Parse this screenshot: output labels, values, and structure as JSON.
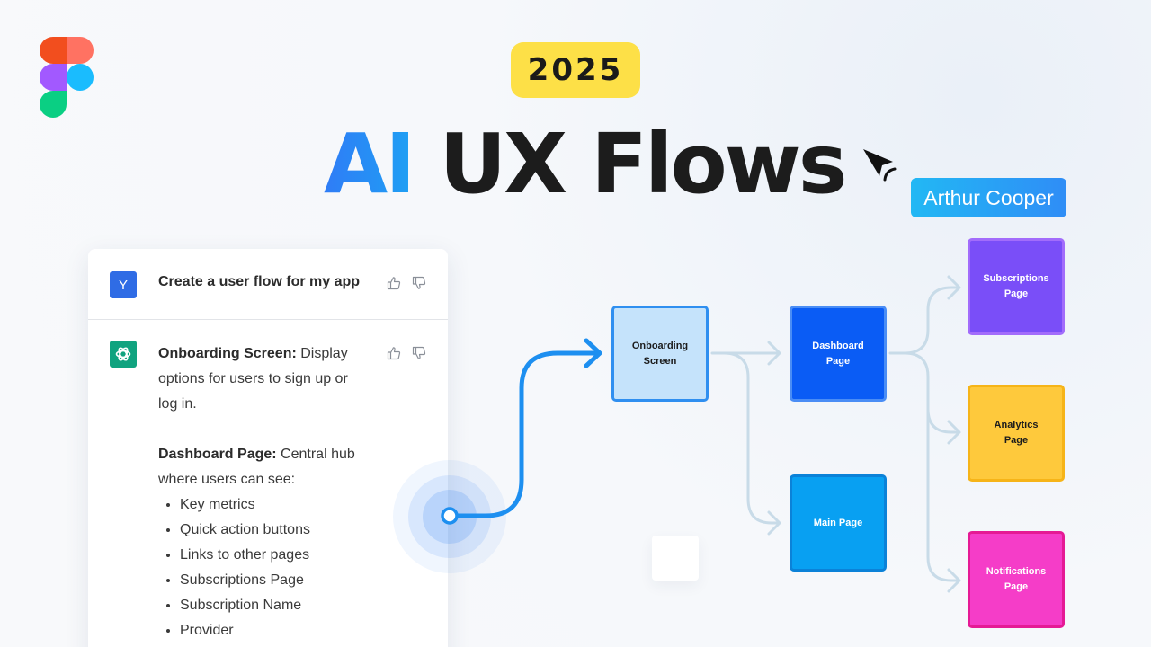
{
  "badge": {
    "year": "2025"
  },
  "title": {
    "ai": "AI",
    "rest": " UX Flows"
  },
  "cursor": {
    "name": "Arthur Cooper"
  },
  "chat": {
    "user_avatar": "Y",
    "user_message": "Create a user flow for my app",
    "response": {
      "p1_bold": "Onboarding Screen:",
      "p1_text": " Display options for users to sign up or log in.",
      "p2_bold": "Dashboard Page:",
      "p2_text": " Central hub where users can see:",
      "items": [
        "Key metrics",
        "Quick action buttons",
        "Links to other pages",
        "Subscriptions Page",
        "Subscription Name",
        "Provider"
      ]
    }
  },
  "flow": {
    "onboarding": [
      "Onboarding",
      "Screen"
    ],
    "dashboard": [
      "Dashboard",
      "Page"
    ],
    "main": [
      "Main Page"
    ],
    "subscriptions": [
      "Subscriptions",
      "Page"
    ],
    "analytics": [
      "Analytics",
      "Page"
    ],
    "notifications": [
      "Notifications",
      "Page"
    ]
  },
  "colors": {
    "accent": "#2f8ff0",
    "badge": "#fde047",
    "dashboard": "#0a5cf5",
    "main": "#08a0f2",
    "subscriptions": "#7a4ef8",
    "analytics": "#fec93c",
    "notifications": "#f53dc8",
    "connector": "#c8dbe8"
  },
  "icons": [
    "figma-logo-icon",
    "cursor-arrow-icon",
    "thumbs-up-icon",
    "thumbs-down-icon",
    "chatgpt-logo-icon"
  ]
}
